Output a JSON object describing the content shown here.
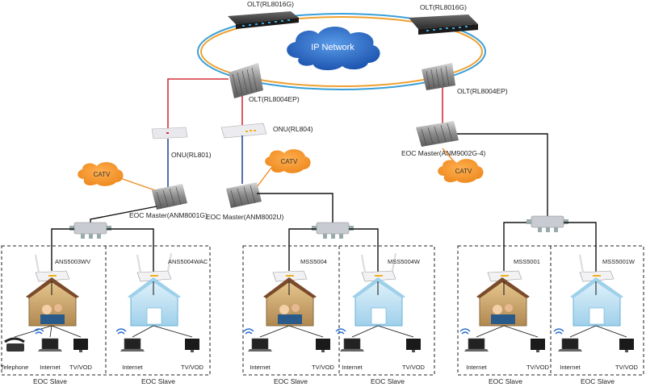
{
  "olt_left": "OLT(RL8016G)",
  "olt_right": "OLT(RL8016G)",
  "ip_network": "IP Network",
  "olt8004_left": "OLT(RL8004EP)",
  "olt8004_right": "OLT(RL8004EP)",
  "onu_rl801": "ONU(RL801)",
  "onu_rl804": "ONU(RL804)",
  "catv": "CATV",
  "eoc_master_8001": "EOC Master(ANM8001G)",
  "eoc_master_8002": "EOC Master(ANM8002U)",
  "eoc_master_9002": "EOC Master(ANM9002G-4)",
  "slaves": [
    {
      "model": "ANS5003WV",
      "devices": [
        "Telephone",
        "Internet",
        "TV/VOD"
      ],
      "footer": "EOC Slave"
    },
    {
      "model": "ANS5004WAC",
      "devices": [
        "Internet",
        "TV/VOD"
      ],
      "footer": "EOC Slave"
    },
    {
      "model": "MSS5004",
      "devices": [
        "Internet",
        "TV/VOD"
      ],
      "footer": "EOC Slave"
    },
    {
      "model": "MSS5004W",
      "devices": [
        "Internet",
        "TV/VOD"
      ],
      "footer": "EOC Slave"
    },
    {
      "model": "MSS5001",
      "devices": [
        "Internet",
        "TV/VOD"
      ],
      "footer": "EOC Slave"
    },
    {
      "model": "MSS5001W",
      "devices": [
        "Internet",
        "TV/VOD"
      ],
      "footer": "EOC Slave"
    }
  ],
  "colors": {
    "fiber": "#d0303a",
    "coax_blue": "#2c4a9a",
    "catv_orange": "#f08a24",
    "ring_blue": "#3aa0d8",
    "ring_orange": "#f0a030",
    "cloud": "#2a6fd0"
  }
}
